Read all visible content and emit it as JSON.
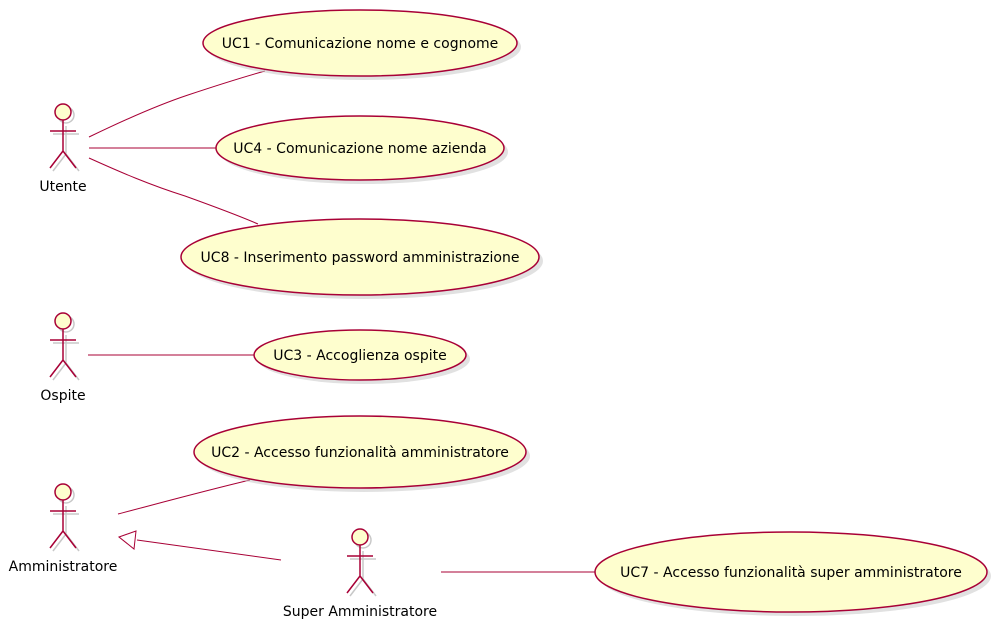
{
  "colors": {
    "stroke": "#a80036",
    "fill": "#fefece",
    "text": "#000000",
    "shadow": "#c8c8c8"
  },
  "actors": [
    {
      "id": "utente",
      "label": "Utente"
    },
    {
      "id": "ospite",
      "label": "Ospite"
    },
    {
      "id": "amministratore",
      "label": "Amministratore"
    },
    {
      "id": "super",
      "label": "Super Amministratore"
    }
  ],
  "use_cases": [
    {
      "id": "uc1",
      "label": "UC1 - Comunicazione nome e cognome"
    },
    {
      "id": "uc4",
      "label": "UC4 - Comunicazione nome azienda"
    },
    {
      "id": "uc8",
      "label": "UC8 - Inserimento password amministrazione"
    },
    {
      "id": "uc3",
      "label": "UC3 - Accoglienza ospite"
    },
    {
      "id": "uc2",
      "label": "UC2 - Accesso funzionalità amministratore"
    },
    {
      "id": "uc7",
      "label": "UC7 - Accesso funzionalità super amministratore"
    }
  ],
  "associations": [
    {
      "from": "utente",
      "to": "uc1"
    },
    {
      "from": "utente",
      "to": "uc4"
    },
    {
      "from": "utente",
      "to": "uc8"
    },
    {
      "from": "ospite",
      "to": "uc3"
    },
    {
      "from": "amministratore",
      "to": "uc2"
    },
    {
      "from": "super",
      "to": "uc7"
    }
  ],
  "generalizations": [
    {
      "from": "super",
      "to": "amministratore"
    }
  ]
}
